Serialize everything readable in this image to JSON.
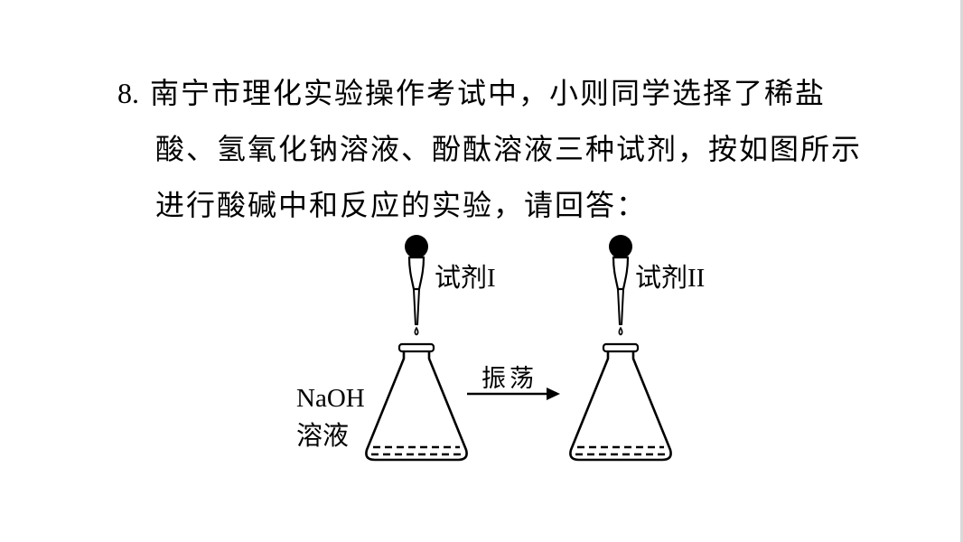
{
  "page": {
    "type": "chemistry-exercise-slide"
  },
  "colors": {
    "ink": "#000000",
    "background": "#ffffff"
  },
  "question": {
    "number": "8.",
    "lines": [
      "南宁市理化实验操作考试中，小则同学选择了稀盐",
      "酸、氢氧化钠溶液、酚酞溶液三种试剂，按如图所示",
      "进行酸碱中和反应的实验，请回答："
    ]
  },
  "diagram": {
    "flask_label_line1": "NaOH",
    "flask_label_line2": "溶液",
    "dropper1_label": "试剂I",
    "dropper2_label": "试剂II",
    "arrow_label": "振荡"
  }
}
